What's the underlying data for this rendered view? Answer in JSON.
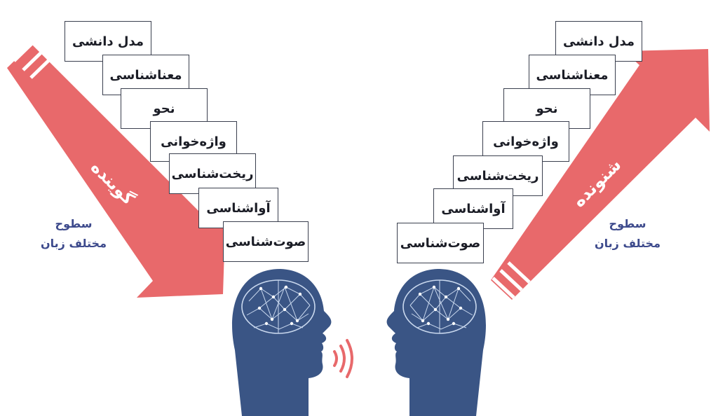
{
  "left_side": {
    "arrow_label": "گوینده",
    "levels_title_line1": "سطوح",
    "levels_title_line2": "مختلف زبان",
    "boxes": [
      "مدل دانشی",
      "معناشناسی",
      "نحو",
      "واژه‌خوانی",
      "ریخت‌شناسی",
      "آواشناسی",
      "صوت‌شناسی"
    ]
  },
  "right_side": {
    "arrow_label": "شنونده",
    "levels_title_line1": "سطوح",
    "levels_title_line2": "مختلف زبان",
    "boxes": [
      "مدل دانشی",
      "معناشناسی",
      "نحو",
      "واژه‌خوانی",
      "ریخت‌شناسی",
      "آواشناسی",
      "صوت‌شناسی"
    ]
  },
  "colors": {
    "arrow": "#e8696b",
    "head": "#3a5585",
    "brain_lines": "#c9d8ee",
    "label": "#3d4a8c",
    "box_border": "#3a3f4e"
  }
}
